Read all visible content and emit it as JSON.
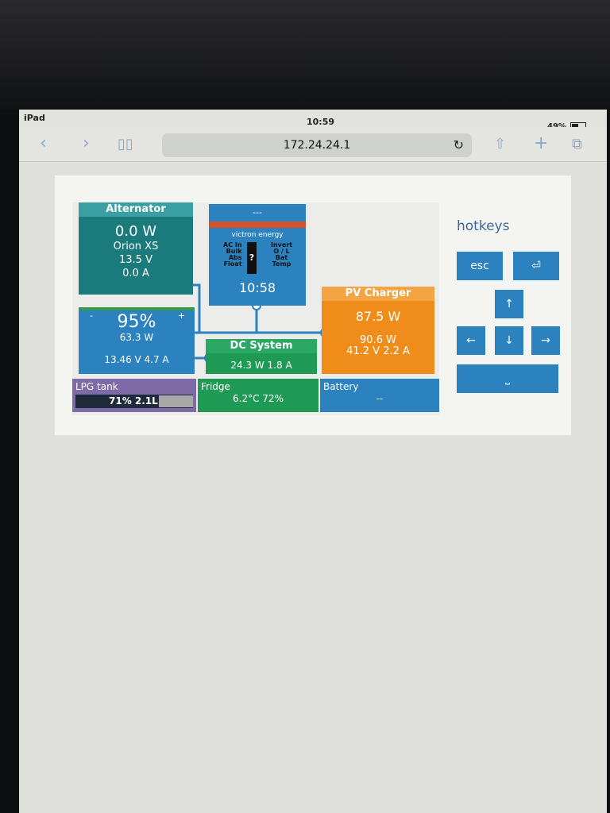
{
  "statusbar": {
    "device": "iPad",
    "time": "10:59",
    "battery": "49%"
  },
  "browser": {
    "url": "172.24.24.1"
  },
  "alternator": {
    "title": "Alternator",
    "power": "0.0 W",
    "model": "Orion XS",
    "voltage": "13.5 V",
    "current": "0.0 A"
  },
  "inverter": {
    "title": "---",
    "brand": "victron energy",
    "left_labels": [
      "AC In",
      "Bulk",
      "Abs",
      "Float"
    ],
    "right_labels": [
      "Invert",
      "O / L",
      "Bat",
      "Temp"
    ],
    "indicator": "?",
    "time": "10:58"
  },
  "battery": {
    "soc": "95%",
    "power": "63.3 W",
    "voltage_current": "13.46 V  4.7 A",
    "minus": "-",
    "plus": "+"
  },
  "pv_charger": {
    "title": "PV Charger",
    "power": "87.5 W",
    "input_power": "90.6 W",
    "input_vi": "41.2 V 2.2 A"
  },
  "dc_system": {
    "title": "DC System",
    "value": "24.3 W 1.8 A"
  },
  "tiles": {
    "lpg": {
      "title": "LPG tank",
      "value": "71% 2.1L",
      "level": 0.71
    },
    "fridge": {
      "title": "Fridge",
      "value": "6.2°C 72%"
    },
    "battery": {
      "title": "Battery",
      "value": "--"
    }
  },
  "hotkeys": {
    "title": "hotkeys",
    "esc": "esc",
    "enter": "⏎",
    "up": "↑",
    "left": "←",
    "down": "↓",
    "right": "→",
    "space": "⎵"
  },
  "colors": {
    "blue": "#2c82bf",
    "teal": "#1a7a7c",
    "orange": "#ef8c1a",
    "green": "#1f9a55",
    "purple": "#7d6aa6"
  }
}
